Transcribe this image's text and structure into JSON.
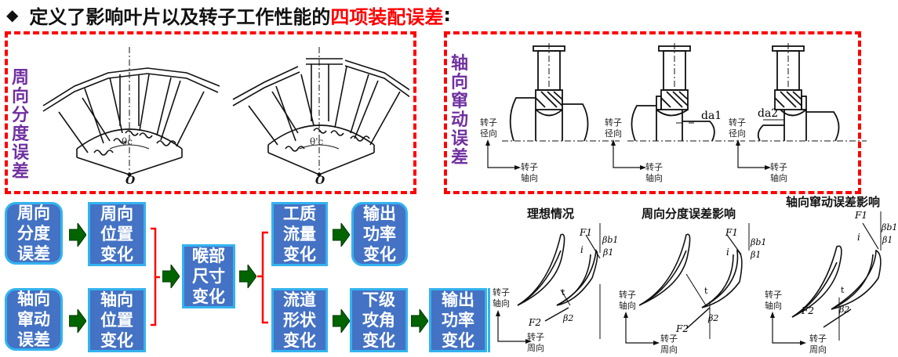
{
  "header": {
    "bullet": "◆",
    "title_prefix": "定义了影响叶片以及转子工作性能的",
    "title_highlight": "四项装配误差",
    "title_suffix": ":"
  },
  "colors": {
    "dash_border": "#ff0000",
    "label_purple": "#7030a0",
    "box_fill": "#4472c4",
    "box_border": "#33b3ef",
    "arrow_green": "#006400",
    "bracket_red": "#ff0000"
  },
  "panel_circumferential": {
    "label": "周向分度误差",
    "fig_left_angle": "θc",
    "fig_right_angle": "θ'c",
    "center_label": "O"
  },
  "panel_axial": {
    "label": "轴向窜动误差",
    "radial_label": "转子径向",
    "axial_label": "转子轴向",
    "offset_1": "da1",
    "offset_2": "da2"
  },
  "flow": {
    "boxes": {
      "circ_error": "周向分度误差",
      "axial_error": "轴向窜动误差",
      "circ_pos": "周向位置变化",
      "axial_pos": "轴向位置变化",
      "throat": "喉部尺寸变化",
      "mass_flow": "工质流量变化",
      "output_power_1": "输出功率变化",
      "passage_shape": "流道形状变化",
      "next_incidence": "下级攻角变化",
      "output_power_2": "输出功率变化"
    }
  },
  "cascade_figures": [
    {
      "title": "理想情况",
      "axial_label": "转子轴向",
      "circ_label": "转子周向"
    },
    {
      "title": "周向分度误差影响",
      "axial_label": "转子轴向",
      "circ_label": "转子周向"
    },
    {
      "title": "轴向窜动误差影响",
      "axial_label": "转子轴向",
      "circ_label": "转子周向"
    }
  ],
  "cascade_symbols": {
    "f1": "F1",
    "f2": "F2",
    "i": "i",
    "beta_b1": "βb1",
    "beta_1": "β1",
    "beta_2": "β2",
    "t": "t"
  }
}
